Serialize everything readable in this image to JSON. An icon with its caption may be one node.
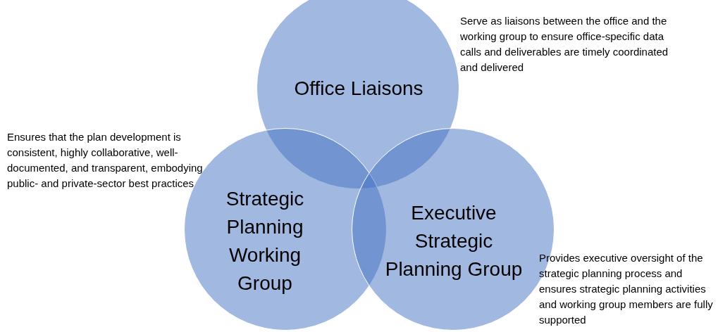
{
  "diagram": {
    "nodes": [
      {
        "text": [
          "Office Liaisons"
        ],
        "beside": [
          "Serve as liaisons between the office and the working group to ensure office-specific data calls and deliverables are timely coordinated and delivered"
        ]
      },
      {
        "text": [
          "Strategic Planning Working Group"
        ],
        "beside": [
          "Ensures that the plan development is consistent, highly collaborative, well-documented, and transparent, embodying public- and private-sector best practices"
        ]
      },
      {
        "text": [
          "Executive Strategic Planning Group"
        ],
        "beside": [
          "Provides executive oversight of the strategic planning process and ensures strategic planning activities and working group members are fully supported"
        ]
      }
    ]
  }
}
